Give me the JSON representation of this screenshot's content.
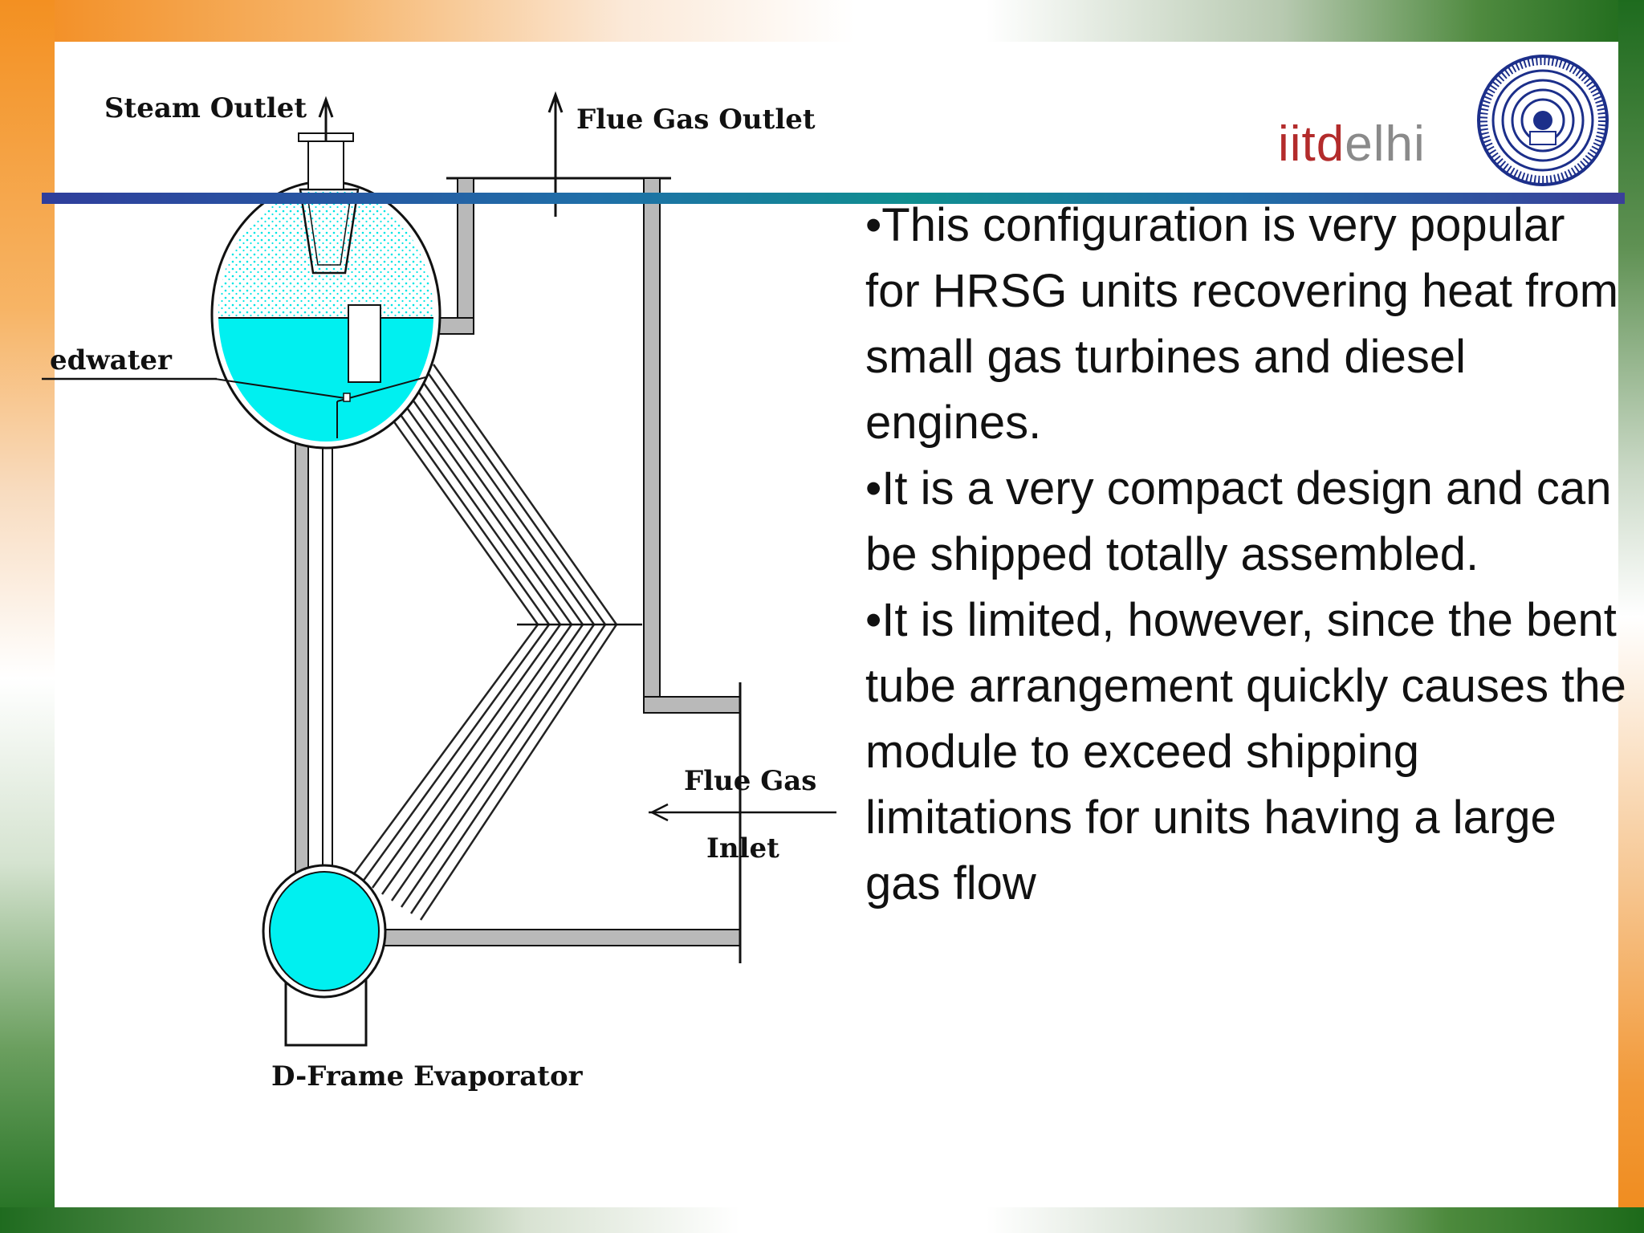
{
  "logo": {
    "part1": "iitd",
    "part2": "elhi",
    "seal_icon": "iit-delhi-seal-icon"
  },
  "diagram": {
    "labels": {
      "steam_outlet": "Steam Outlet",
      "flue_gas_outlet": "Flue Gas Outlet",
      "feedwater": "edwater",
      "flue_gas_inlet_1": "Flue Gas",
      "flue_gas_inlet_2": "Inlet",
      "title": "D-Frame Evaporator"
    },
    "colors": {
      "water": "#00f0f0",
      "wall": "#b9b9b9",
      "outline": "#111111"
    }
  },
  "bullets": [
    "•This configuration is very popular for HRSG units recovering heat from small gas turbines and diesel engines.",
    "•It is a very compact design and can be shipped totally assembled.",
    "•It is limited, however, since the bent tube arrangement quickly causes the module to exceed shipping limitations for units having a large gas flow"
  ],
  "colors": {
    "header_bar": "#2f3e9c",
    "orange": "#f28a1c",
    "green": "#1d6a1a"
  }
}
